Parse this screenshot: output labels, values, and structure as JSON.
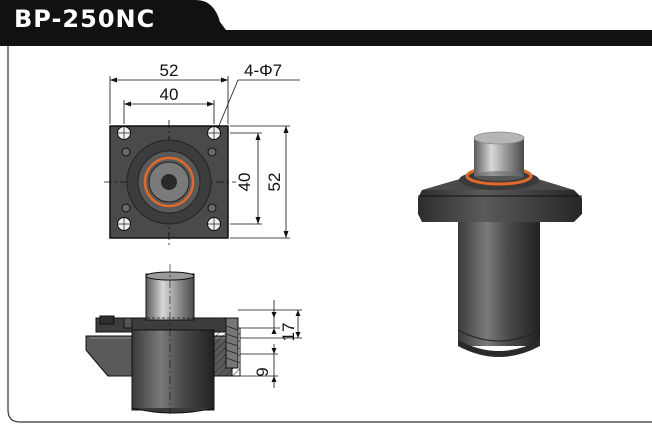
{
  "title": "BP-250NC",
  "colors": {
    "title_bg": "#111111",
    "title_text": "#ffffff",
    "frame": "#333333",
    "body": "#4a4a4a",
    "accent_ring": "#e06a2a"
  },
  "top_view": {
    "width_outer": "52",
    "width_inner": "40",
    "holes": "4-Φ7",
    "height_inner": "40",
    "height_outer": "52"
  },
  "side_view": {
    "dim_17": "17",
    "dim_9": "9"
  }
}
